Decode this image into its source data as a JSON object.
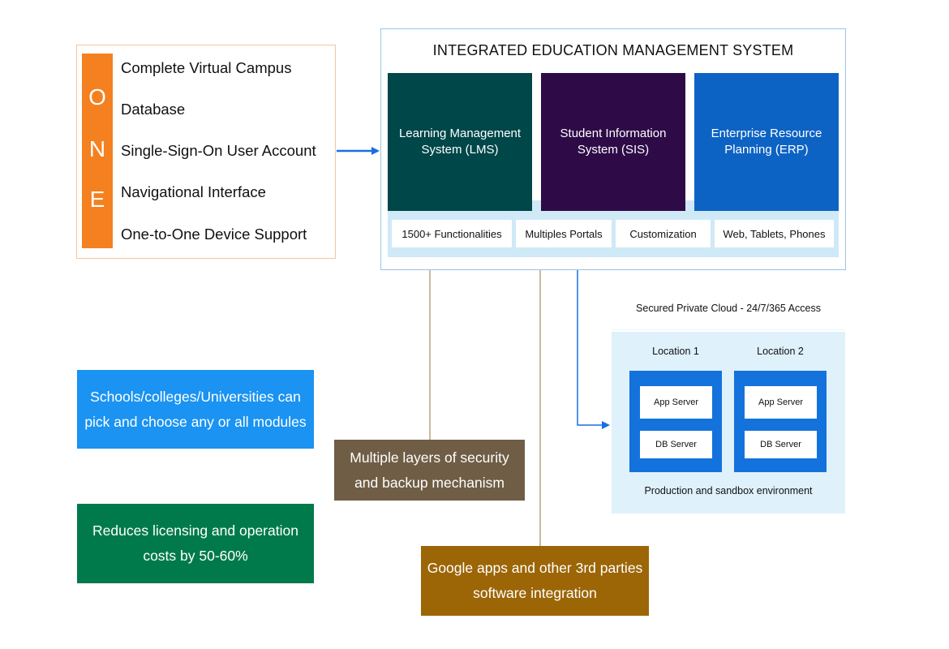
{
  "one_panel": {
    "letters": [
      "O",
      "N",
      "E"
    ],
    "items": [
      "Complete Virtual Campus",
      "Database",
      "Single-Sign-On User Account",
      "Navigational Interface",
      "One-to-One Device Support"
    ]
  },
  "iems": {
    "title": "INTEGRATED EDUCATION MANAGEMENT SYSTEM",
    "modules": [
      {
        "label": "Learning Management System (LMS)",
        "color": "#00474a"
      },
      {
        "label": "Student Information System (SIS)",
        "color": "#2e0b47"
      },
      {
        "label": "Enterprise Resource Planning (ERP)",
        "color": "#0d63c4"
      }
    ],
    "features": [
      "1500+ Functionalities",
      "Multiples Portals",
      "Customization",
      "Web, Tablets, Phones"
    ]
  },
  "cloud": {
    "title": "Secured Private Cloud - 24/7/365 Access",
    "locations": [
      {
        "label": "Location 1",
        "servers": [
          "App Server",
          "DB Server"
        ]
      },
      {
        "label": "Location 2",
        "servers": [
          "App Server",
          "DB Server"
        ]
      }
    ],
    "footer": "Production and sandbox environment"
  },
  "callouts": {
    "schools": {
      "text": "Schools/colleges/Universities can pick and choose any or all modules",
      "color": "#1a93f2"
    },
    "licensing": {
      "text": "Reduces licensing and operation costs by 50-60%",
      "color": "#007a4a"
    },
    "security": {
      "text": "Multiple layers of security and backup mechanism",
      "color": "#6f5d45"
    },
    "google": {
      "text": "Google apps and other 3rd parties software integration",
      "color": "#9c6506"
    }
  },
  "colors": {
    "one_bar": "#f4801f",
    "arrow_blue": "#1a6fe0",
    "connector_tan": "#b9a27c",
    "cloud_bg": "#dff1fb",
    "location_blue": "#1472dc"
  }
}
